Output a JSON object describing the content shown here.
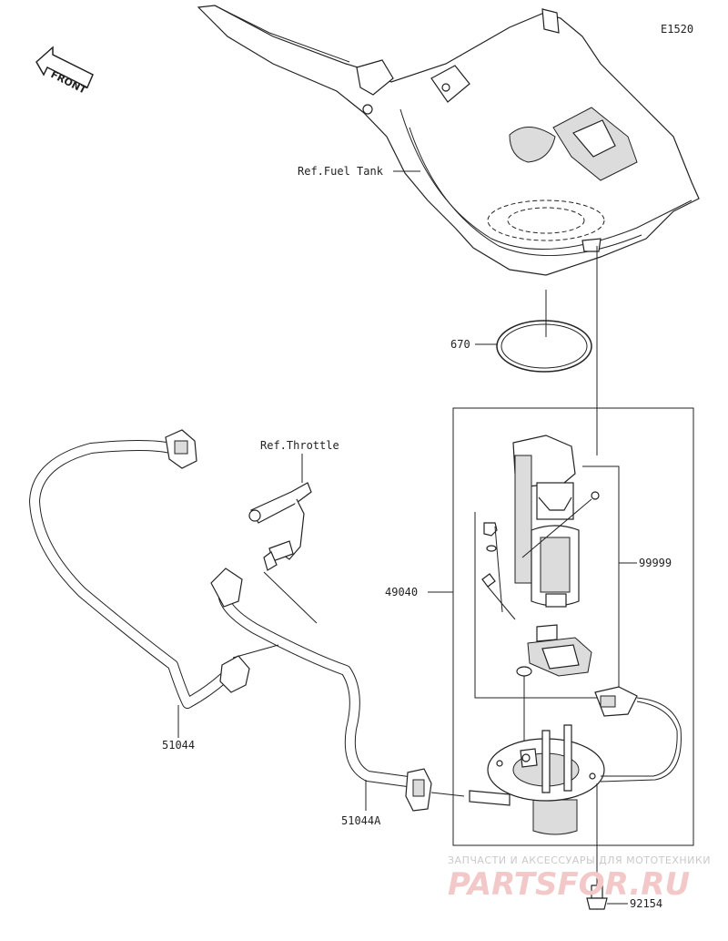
{
  "diagram_code": "E1520",
  "front_arrow_label": "FRONT",
  "labels": {
    "ref_fuel_tank": "Ref.Fuel Tank",
    "ref_throttle": "Ref.Throttle",
    "part_670": "670",
    "part_49040": "49040",
    "part_99999": "99999",
    "part_51044": "51044",
    "part_51044A": "51044A",
    "part_92154": "92154"
  },
  "watermark": {
    "line1": "ЗАПЧАСТИ И АКСЕССУАРЫ ДЛЯ МОТОТЕХНИКИ",
    "logo": "PARTSFOR.RU"
  }
}
